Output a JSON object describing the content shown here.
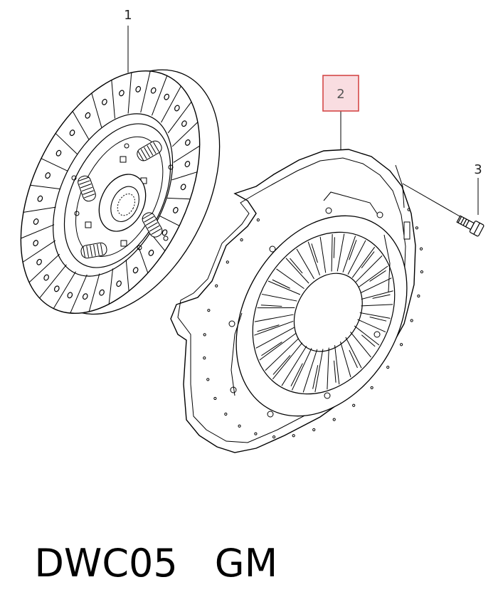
{
  "diagram": {
    "callouts": [
      {
        "label": "1",
        "highlighted": false
      },
      {
        "label": "2",
        "highlighted": true
      },
      {
        "label": "3",
        "highlighted": false
      }
    ],
    "parts": [
      "clutch-disc",
      "pressure-plate-cover",
      "bolt"
    ],
    "highlight_color": "#d44848",
    "highlight_fill": "#f9dde1"
  },
  "footer": {
    "code": "DWC05",
    "brand": "GM"
  }
}
